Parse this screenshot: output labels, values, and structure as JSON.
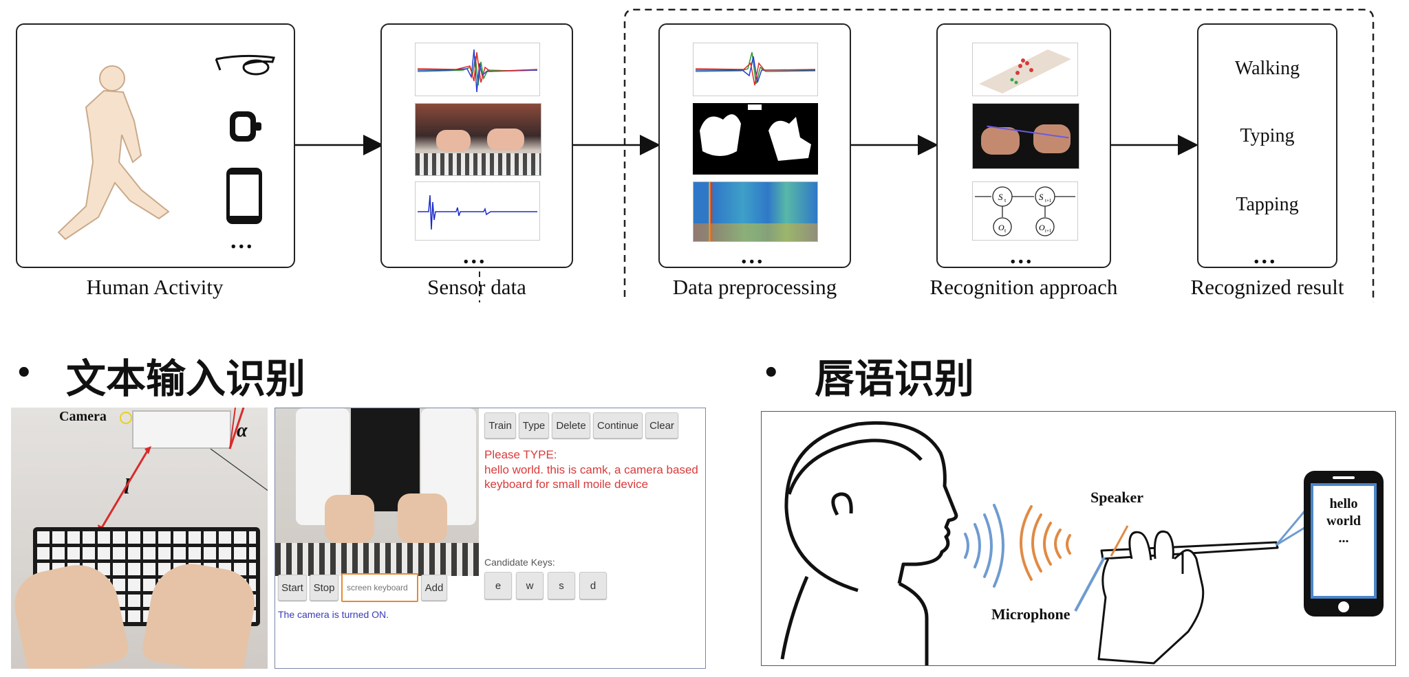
{
  "pipeline": {
    "stages": [
      {
        "caption": "Human Activity",
        "ellipsis": "..."
      },
      {
        "caption": "Sensor data",
        "ellipsis": "..."
      },
      {
        "caption": "Data preprocessing",
        "ellipsis": "..."
      },
      {
        "caption": "Recognition approach",
        "ellipsis": "..."
      },
      {
        "caption": "Recognized result",
        "ellipsis": "..."
      }
    ],
    "results": [
      "Walking",
      "Typing",
      "Tapping"
    ],
    "hmm_labels": {
      "s1": "S",
      "s1_sub": "t",
      "s2": "S",
      "s2_sub": "t+1",
      "o1": "O",
      "o1_sub": "t",
      "o2": "O",
      "o2_sub": "t+1"
    },
    "device_icons": [
      "smart-glasses-icon",
      "smartwatch-icon",
      "smartphone-icon"
    ]
  },
  "sections": {
    "text_input": {
      "bullet": "•",
      "title": "文本输入识别"
    },
    "lip_reading": {
      "bullet": "•",
      "title": "唇语识别"
    }
  },
  "camk": {
    "camera_label": "Camera",
    "alpha_label": "α",
    "length_label": "l",
    "buttons_top": [
      "Train",
      "Type",
      "Delete",
      "Continue",
      "Clear"
    ],
    "prompt_title": "Please TYPE:",
    "prompt_text_line1": "hello world. this is camk, a camera based",
    "prompt_text_line2": "keyboard for small moile device",
    "candidate_label": "Candidate Keys:",
    "candidate_keys": [
      "e",
      "w",
      "s",
      "d"
    ],
    "buttons_bottom": {
      "start": "Start",
      "stop": "Stop",
      "field_placeholder": "screen keyboard",
      "add": "Add"
    },
    "status": "The camera is turned ON.",
    "colors": {
      "prompt": "#d93a3a",
      "status": "#3a3ab8",
      "field_border": "#e88a2e"
    }
  },
  "lip": {
    "speaker_label": "Speaker",
    "microphone_label": "Microphone",
    "phone_text": [
      "hello",
      "world",
      "..."
    ],
    "colors": {
      "waves_out": "#6e9bd0",
      "waves_in": "#e08a44",
      "phone_screen": "#4a86c8"
    }
  }
}
